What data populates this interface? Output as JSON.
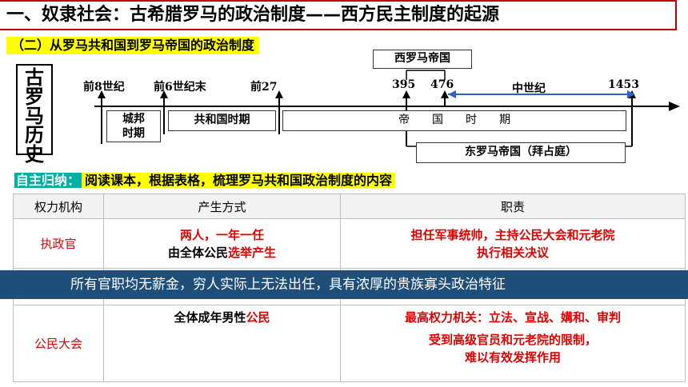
{
  "title": "一、奴隶社会：古希腊罗马的政治制度——西方民主制度的起源",
  "subtitle": "（二）从罗马共和国到罗马帝国的政治制度",
  "history_box": [
    "古",
    "罗",
    "马",
    "历",
    "史"
  ],
  "timeline": {
    "labels": [
      "前8世纪",
      "前6世纪末",
      "前27",
      "395",
      "476",
      "1453"
    ],
    "western_empire": "西罗马帝国",
    "middle_ages": "中世纪",
    "periods": {
      "city_state": [
        "城邦",
        "时期"
      ],
      "republic": "共和国时期",
      "empire": "帝　　国　　时　　期"
    },
    "eastern_empire": "东罗马帝国（拜占庭）"
  },
  "summary": {
    "tag": "自主归纳：",
    "text": "阅读课本，根据表格，梳理罗马共和国政治制度的内容"
  },
  "table": {
    "headers": [
      "权力机构",
      "产生方式",
      "职责"
    ],
    "rows": [
      {
        "name": "执政官",
        "method": [
          "两人，一年一任",
          "由全体公民",
          "选举产生"
        ],
        "duty": [
          "担任军事统帅，主持公民大会和元老院",
          "执行相关决议"
        ]
      },
      {
        "name": "公民大会",
        "method": [
          "全体成年男性",
          "公民"
        ],
        "duty": [
          "最高权力机关：立法、宣战、媾和、审判",
          "受到高级官员和元老院的限制，",
          "难以有效发挥作用"
        ]
      }
    ]
  },
  "banner": "所有官职均无薪金，穷人实际上无法出任，具有浓厚的贵族寡头政治特征",
  "colors": {
    "accent_red": "#e00000",
    "banner_bg": "#1f4e79",
    "highlight": "#ffff00",
    "tag_bg": "#00b0a0"
  }
}
